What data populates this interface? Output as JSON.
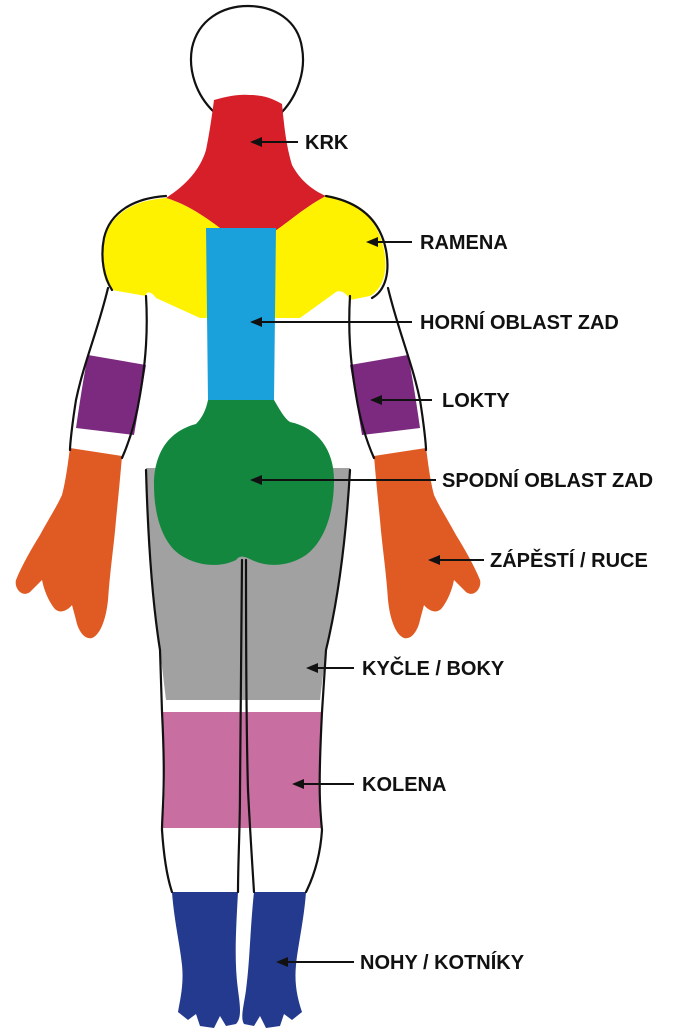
{
  "regions": [
    {
      "id": "neck",
      "label": "KRK",
      "color": "#d71f2a"
    },
    {
      "id": "shoulders",
      "label": "RAMENA",
      "color": "#fff200"
    },
    {
      "id": "upper-back",
      "label": "HORNÍ OBLAST ZAD",
      "color": "#1aa1dc"
    },
    {
      "id": "elbows",
      "label": "LOKTY",
      "color": "#7b2a80"
    },
    {
      "id": "lower-back",
      "label": "SPODNÍ OBLAST ZAD",
      "color": "#12873d"
    },
    {
      "id": "wrists-hands",
      "label": "ZÁPĚSTÍ / RUCE",
      "color": "#e05a24"
    },
    {
      "id": "hips",
      "label": "KYČLE / BOKY",
      "color": "#a1a1a1"
    },
    {
      "id": "knees",
      "label": "KOLENA",
      "color": "#c86ea0"
    },
    {
      "id": "feet-ankles",
      "label": "NOHY / KOTNÍKY",
      "color": "#233a8e"
    }
  ]
}
